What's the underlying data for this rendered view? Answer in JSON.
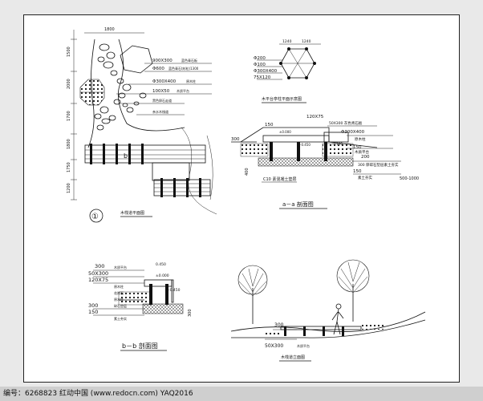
{
  "drawing": {
    "plan": {
      "title": "木栈道平面图",
      "section_mark": "①",
      "b_mark": "b",
      "dims_left": [
        "1500",
        "2000",
        "1700",
        "1800",
        "1750",
        "1200"
      ],
      "dim_top": "1800",
      "callouts": [
        {
          "num": "900X300",
          "text": "蓝色青石板"
        },
        {
          "num": "Φ600",
          "text": "蓝色青石块(粒)1300"
        },
        {
          "num": "Φ300X400",
          "text": "原木柱"
        },
        {
          "num": "100X50",
          "text": "木质平台"
        },
        {
          "num": "",
          "text": "黑色卵石走道"
        },
        {
          "num": "",
          "text": "亲水木栈道"
        }
      ]
    },
    "hexagon": {
      "title": "木平台亭柱平面示意图",
      "dims": [
        "Φ200",
        "Φ100",
        "Φ300X400",
        "75X120"
      ],
      "top_dims": [
        "1240",
        "1240"
      ]
    },
    "section_aa": {
      "title": "a－a 剖面图",
      "dims": [
        "150",
        "120X75",
        "Φ300X400",
        "300",
        "150",
        "200",
        "150",
        "400"
      ],
      "notes": [
        "50X300 灰色青石板",
        "原木柱",
        "木质平台",
        "C10 素混凝土垫层",
        "300 厚碎石垫层素土夯实",
        "±0.000",
        "-0.450",
        "-0.100",
        "500-1000",
        "素土夯实"
      ]
    },
    "section_bb": {
      "title": "b－b 剖面图",
      "dims": [
        "300",
        "50X300",
        "120X75",
        "300",
        "150",
        "0.450",
        "±0.000",
        "300",
        "-0.450"
      ],
      "notes": [
        "木质平台",
        "原木柱",
        "花岗石",
        "原木柱",
        "碎石垫层",
        "素土夯实"
      ]
    },
    "elevation": {
      "title": "木栈道立面图",
      "dims": [
        "300",
        "50X300"
      ],
      "notes": [
        "木质平台"
      ]
    }
  },
  "footer": {
    "text": "编号：6268823   红动中国 (www.redocn.com)   YAQ2016"
  }
}
